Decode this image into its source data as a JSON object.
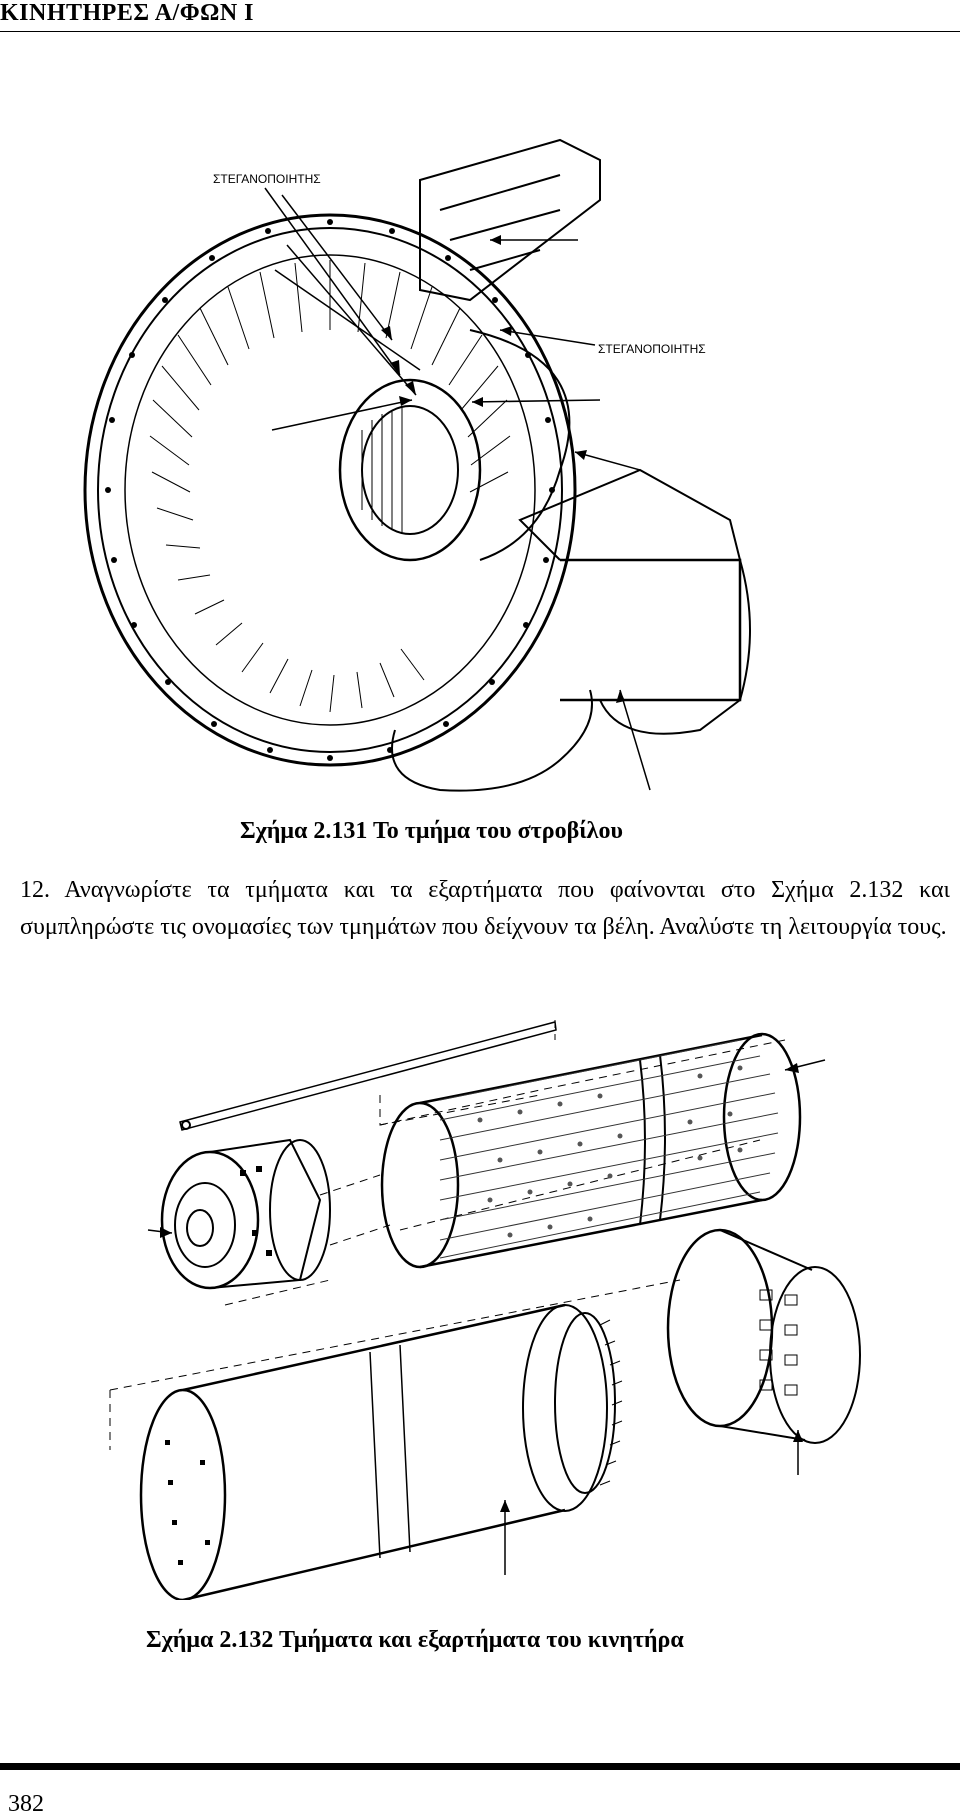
{
  "header": {
    "title": "ΚΙΝΗΤΗΡΕΣ Α/ΦΩΝ Ι"
  },
  "figure_131": {
    "label_top": "ΣΤΕΓΑΝΟΠΟΙΗΤΗΣ",
    "label_right": "ΣΤΕΓΑΝΟΠΟΙΗΤΗΣ",
    "caption": "Σχήμα 2.131 Το τμήμα του στροβίλου"
  },
  "question": {
    "text": "12. Αναγνωρίστε τα τμήματα και τα εξαρτήματα που φαίνονται στο Σχήμα 2.132 και συμπληρώστε τις ονομασίες των τμημάτων που δείχνουν τα βέλη. Αναλύστε τη λειτουργία τους."
  },
  "figure_132": {
    "caption": "Σχήμα 2.132 Τμήματα και εξαρτήματα του κινητήρα"
  },
  "footer": {
    "page_number": "382"
  }
}
